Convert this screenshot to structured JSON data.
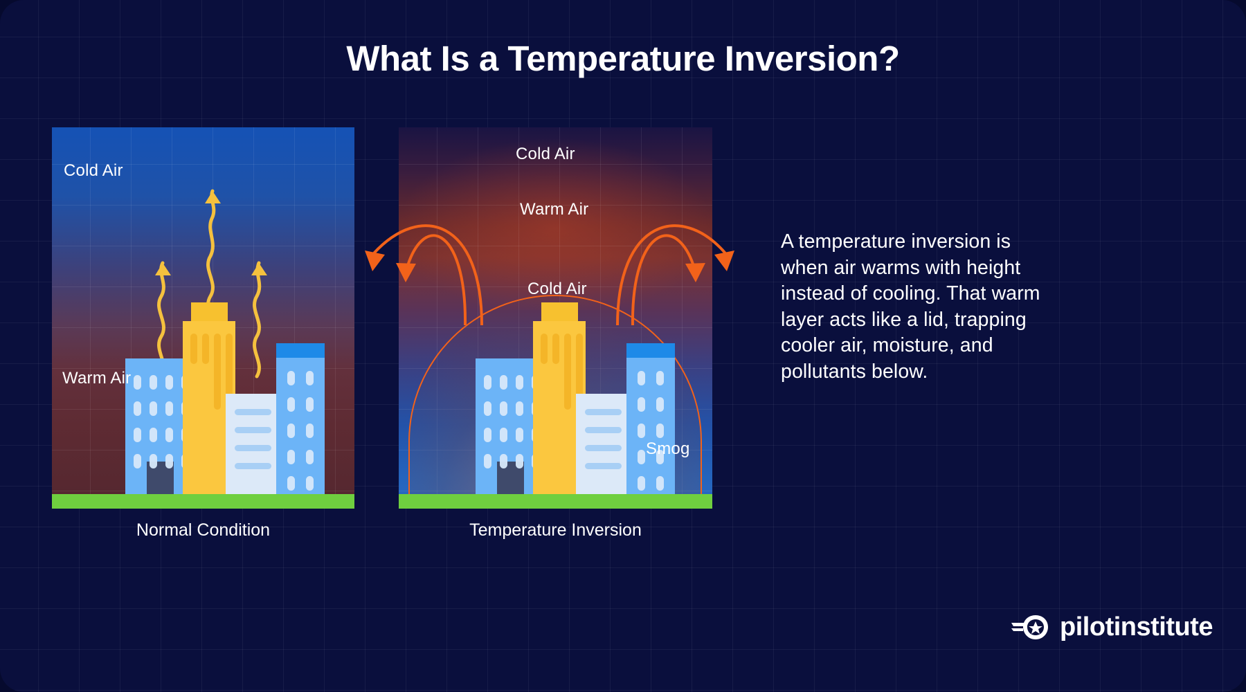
{
  "page": {
    "title": "What Is a Temperature Inversion?",
    "background_color": "#0a0f3d",
    "accent_orange": "#f2621a",
    "accent_yellow": "#fbc73f",
    "ground_green": "#6fcf3f"
  },
  "panel_normal": {
    "caption": "Normal Condition",
    "labels": {
      "top": "Cold Air",
      "bottom": "Warm Air"
    }
  },
  "panel_inversion": {
    "caption": "Temperature Inversion",
    "labels": {
      "top": "Cold Air",
      "middle": "Warm Air",
      "lower": "Cold Air",
      "smog": "Smog"
    }
  },
  "description": {
    "text": "A temperature inversion is when air warms with height instead of cooling. That warm layer acts like a lid, trapping cooler air, moisture, and pollutants below."
  },
  "logo": {
    "wordmark": "pilotinstitute",
    "icon": "winged-shield-star-icon"
  }
}
